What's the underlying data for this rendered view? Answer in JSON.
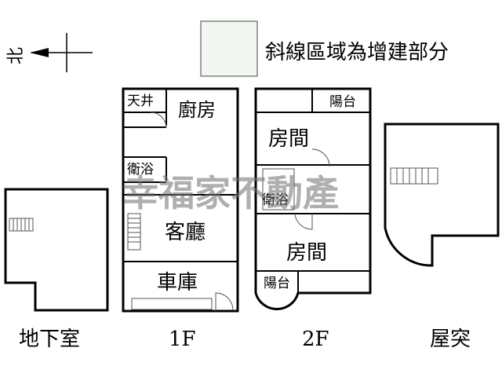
{
  "legend": {
    "text": "斜線區域為增建部分",
    "swatch_color": "#f2f7f2"
  },
  "compass": {
    "label": "北"
  },
  "watermark": "幸福家不動產",
  "floors": [
    {
      "label": "地下室"
    },
    {
      "label": "1F"
    },
    {
      "label": "2F"
    },
    {
      "label": "屋突"
    }
  ],
  "rooms": {
    "f1": {
      "courtyard": "天井",
      "kitchen": "廚房",
      "bath": "衛浴",
      "living": "客廳",
      "garage": "車庫"
    },
    "f2": {
      "balcony_top": "陽台",
      "room_top": "房間",
      "bath": "衛浴",
      "room_bottom": "房間",
      "balcony_bottom": "陽台"
    }
  }
}
